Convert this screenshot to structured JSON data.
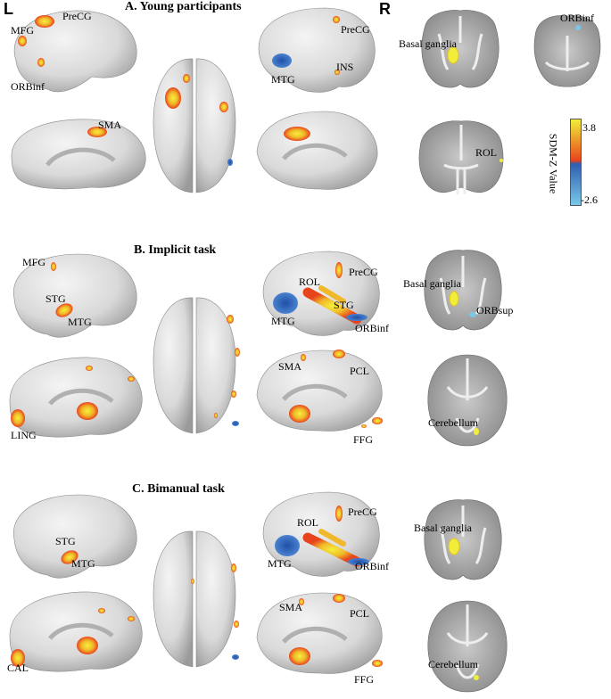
{
  "side_labels": {
    "left": "L",
    "right": "R"
  },
  "sections": [
    {
      "title": "A.  Young  participants"
    },
    {
      "title": "B.  Implicit task"
    },
    {
      "title": "C.  Bimanual task"
    }
  ],
  "colorbar": {
    "title": "SDM-Z  Value",
    "max": "3.8",
    "min": "-2.6",
    "colors": {
      "pos_high": "#f0ee3a",
      "pos_low": "#e8441c",
      "neg_low": "#2f5fb0",
      "neg_high": "#7ac8e8"
    }
  },
  "labels": {
    "a_mfg": "MFG",
    "a_precg_l": "PreCG",
    "a_orbinf_l": "ORBinf",
    "a_sma": "SMA",
    "a_precg_r": "PreCG",
    "a_ins": "INS",
    "a_mtg": "MTG",
    "a_basal": "Basal ganglia",
    "a_orbinf_r": "ORBinf",
    "a_rol": "ROL",
    "b_mfg": "MFG",
    "b_stg_l": "STG",
    "b_mtg_l": "MTG",
    "b_ling": "LING",
    "b_rol": "ROL",
    "b_precg": "PreCG",
    "b_stg_r": "STG",
    "b_mtg_r": "MTG",
    "b_orbinf": "ORBinf",
    "b_sma": "SMA",
    "b_pcl": "PCL",
    "b_ffg": "FFG",
    "b_basal": "Basal ganglia",
    "b_orbsup": "ORBsup",
    "b_cerebellum": "Cerebellum",
    "c_stg_l": "STG",
    "c_mtg_l": "MTG",
    "c_cal": "CAL",
    "c_rol": "ROL",
    "c_precg": "PreCG",
    "c_mtg_r": "MTG",
    "c_orbinf": "ORBinf",
    "c_sma": "SMA",
    "c_pcl": "PCL",
    "c_ffg": "FFG",
    "c_basal": "Basal ganglia",
    "c_cerebellum": "Cerebellum"
  }
}
